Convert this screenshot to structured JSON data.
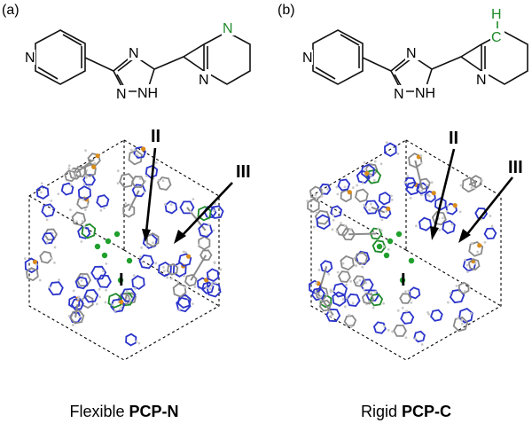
{
  "panels": [
    {
      "tag": "(a)",
      "caption_plain": "Flexible ",
      "caption_bold": "PCP-N",
      "hetero_atom": "N",
      "atoms": {
        "pyridine_n": "N",
        "triazole_n_top": "N",
        "triazole_n_left": "N",
        "triazole_nh": "NH",
        "pyrazine_n_bottom": "N"
      },
      "labels": {
        "I": "I",
        "II": "II",
        "III": "III"
      }
    },
    {
      "tag": "(b)",
      "caption_plain": "Rigid ",
      "caption_bold": "PCP-C",
      "hetero_atom": "H",
      "hetero_atom_c": "C",
      "atoms": {
        "pyridine_n": "N",
        "triazole_n_top": "N",
        "triazole_n_left": "N",
        "triazole_nh": "NH",
        "pyridine2_n": "N"
      },
      "labels": {
        "I": "I",
        "II": "II",
        "III": "III"
      }
    }
  ],
  "colors": {
    "nitrogen": "#2b34c9",
    "carbon": "#8a8a8a",
    "metal": "#d98c1a",
    "guest": "#1fa02c",
    "highlight": "#1f8a2a"
  }
}
